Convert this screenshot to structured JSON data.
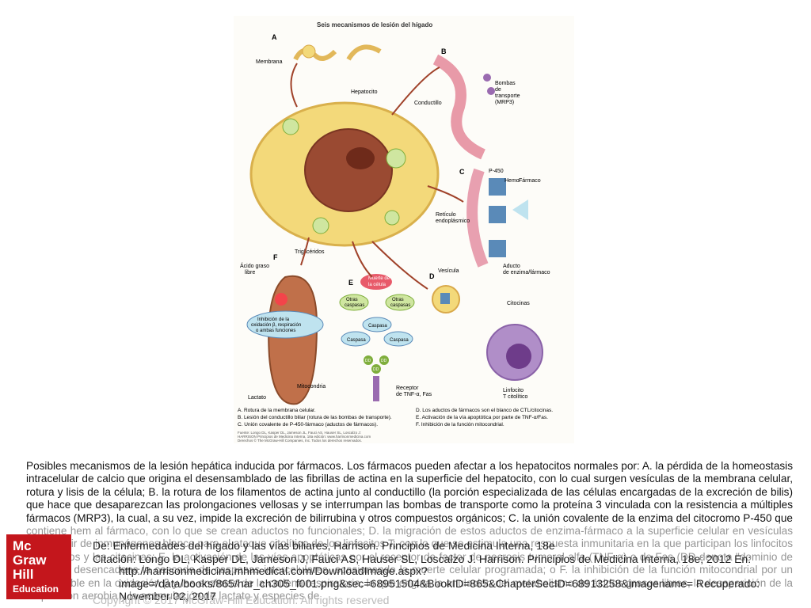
{
  "figure": {
    "title": "Seis mecanismos de lesión del hígado",
    "panel_letters": [
      "A",
      "B",
      "C",
      "D",
      "E",
      "F"
    ],
    "labels": {
      "membrana": "Membrana",
      "hepatocito": "Hepatocito",
      "conductillo": "Conductillo",
      "bombas": [
        "Bombas",
        "de",
        "transporte",
        "(MRP3)"
      ],
      "p450": "P-450",
      "hemo": "Hemo",
      "farmaco": "Fármaco",
      "reticulo": [
        "Retículo",
        "endoplásmico"
      ],
      "aducto": [
        "Aducto",
        "de enzima/fármaco"
      ],
      "vesicula": "Vesícula",
      "citocinas": "Citocinas",
      "linfocito": [
        "Linfocito",
        "T citolítico"
      ],
      "acido_graso": [
        "Ácido graso",
        "libre"
      ],
      "trigliceridos": "Triglicéridos",
      "inhibicion": [
        "Inhibición de la",
        "oxidación β, respiración",
        "o ambas funciones"
      ],
      "lactato": "Lactato",
      "mitocondria": "Mitocondria",
      "muerte": [
        "Muerte de",
        "la célula"
      ],
      "otras_caspasas": [
        "Otras",
        "caspasas"
      ],
      "caspasa": "Caspasa",
      "dd": "DD",
      "receptor": [
        "Receptor",
        "de TNF-α, Fas"
      ]
    },
    "legend_left": [
      "A. Rotura de la membrana celular.",
      "B. Lesión del conductillo biliar (rotura de las bombas de transporte).",
      "C. Unión covalente de P-450-fármaco (aductos de fármacos)."
    ],
    "legend_right": [
      "D. Los aductos de fármacos son el blanco de CTL/citocinas.",
      "E. Activación de la vía apoptótica por parte de TNF-α/Fas.",
      "F. Inhibición de la función mitocondrial."
    ],
    "source_lines": [
      "Fuente: Longo DL, Kasper DL, Jameson JL, Fauci AS, Hauser SL, Loscalzo J:",
      "HARRISON Principios de Medicina Interna, 18a edición: www.harrisonmedicina.com",
      "Derechos © The McGraw-Hill Companies, Inc. Todos los derechos reservados."
    ]
  },
  "caption": "Posibles mecanismos de la lesión hepática inducida por fármacos. Los fármacos pueden afectar a los hepatocitos normales por: A. la pérdida de la homeostasis intracelular de calcio que origina el desensamblado de las fibrillas de actina en la superficie del hepatocito, con lo cual surgen vesículas de la membrana celular, rotura y lisis de la célula; B. la rotura de los filamentos de actina junto al conductillo (la porción especializada de las células encargadas de la excreción de bilis) que hace que desaparezcan las prolongaciones vellosas y se interrumpan las bombas de transporte como la proteína 3 vinculada con la resistencia a múltiples fármacos (MRP3), la cual, a su vez, impide la excreción de bilirrubina y otros compuestos orgánicos; C. la unión covalente de la enzima del citocromo P-450 que contiene hem al fármaco, con lo que se crean aductos no funcionales; D. la migración de estos aductos de enzima-fármaco a la superficie celular en vesículas para servir de inmunógenos blanco para el ataque citolítico de los linfocitos T, con lo que se estimula una respuesta inmunitaria en la que participan los linfocitos T citolíticos y las citocinas; E. la activación de las vías apoptóticas por el receptor de factor de necrosis tumoral alfa (TNF-α) o de Fas (DD denota \"dominio de muerte\"), desencadena la cascada de caspasas intercelulares, ocasionando la muerte celular programada; o F. la inhibición de la función mitocondrial por un efecto doble en la oxidación β y las enzimas de la cadena respiratoria, lo que origina la anulación del metabolismo de ácidos grasos libres, la desaparición de la respiración aerobia y la acumulación de lactato y especies de",
  "overlay": {
    "source": "De: Enfermedades del hígado y las vías biliares, Harrison. Principios de Medicina Interna, 18e",
    "citation": "Citación: Longo DL, Kasper DL, Jameson J, Fauci AS, Hauser SL, Loscalzo J. Harrison. Principios de Medicina Interna, 18e; 2012 En:",
    "url": "http://harrisonmedicina.mhmedical.com/DownloadImage.aspx?image=/data/books/865/har_ch305_f001.png&sec=68951504&BookID=865&ChapterSecID=68913258&imagename= Recuperado: November 02, 2017",
    "copyright": "Copyright © 2017 McGraw-Hill Education. All rights reserved"
  },
  "logo": [
    "Mc",
    "Graw",
    "Hill",
    "Education"
  ],
  "colors": {
    "cell": "#f3d97a",
    "nucleus": "#9a4a32",
    "arrow": "#a0422a",
    "mito": "#c0704a",
    "purple": "#9a6bb0",
    "caspase": "#bfe3ef",
    "green": "#7fae3c",
    "brand_red": "#c4161c"
  }
}
